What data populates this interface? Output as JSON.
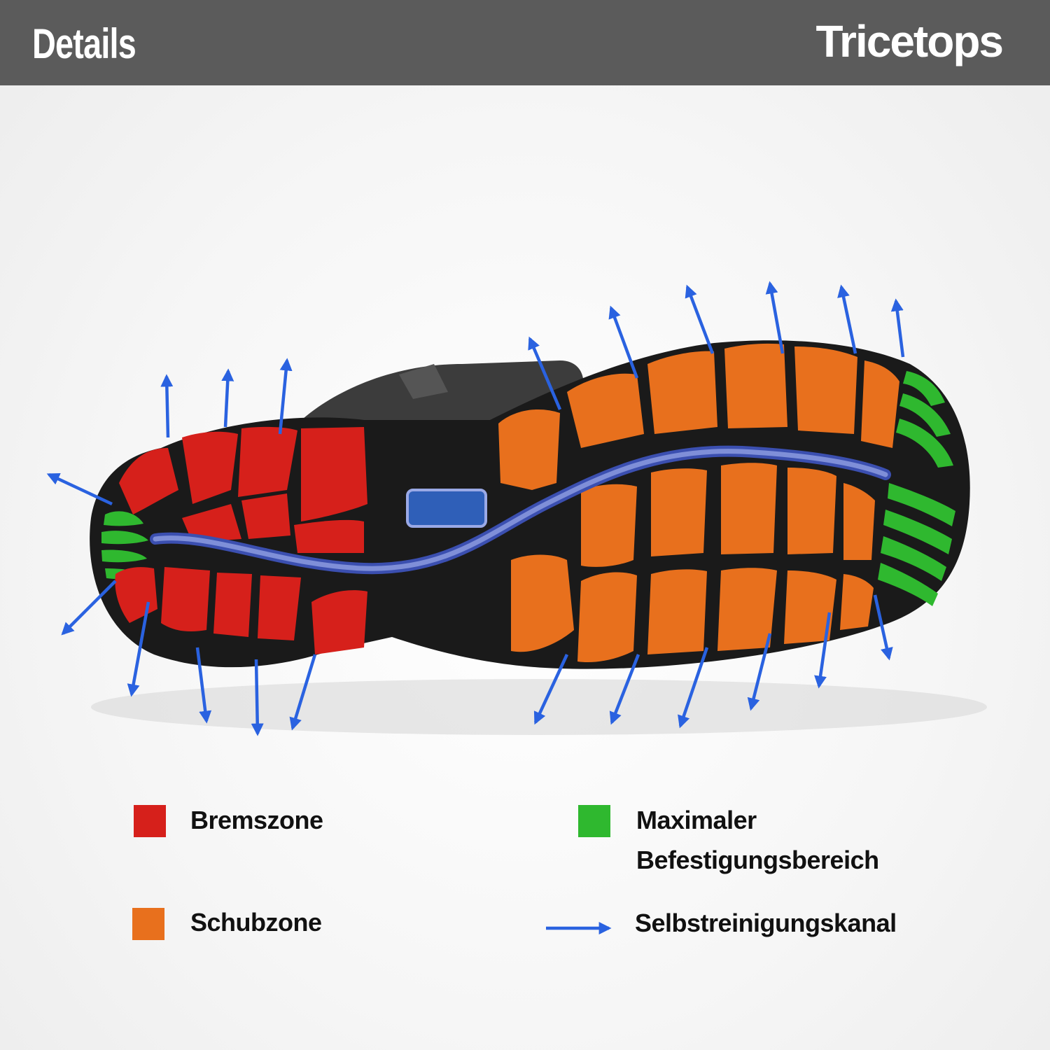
{
  "header": {
    "title": "Details",
    "brand": "Tricetops"
  },
  "colors": {
    "header_bg": "#5b5b5b",
    "bremszone": "#d6201b",
    "schubzone": "#e8701d",
    "befestigung": "#2fb82f",
    "channel_arrow": "#2a62e0",
    "sole": "#1a1a1a"
  },
  "icons": [
    "shoe-sole-illustration",
    "arrow-icon"
  ],
  "legend": {
    "bremszone": "Bremszone",
    "schubzone": "Schubzone",
    "befestigung_line1": "Maximaler",
    "befestigung_line2": "Befestigungsbereich",
    "kanal": "Selbstreinigungskanal"
  }
}
